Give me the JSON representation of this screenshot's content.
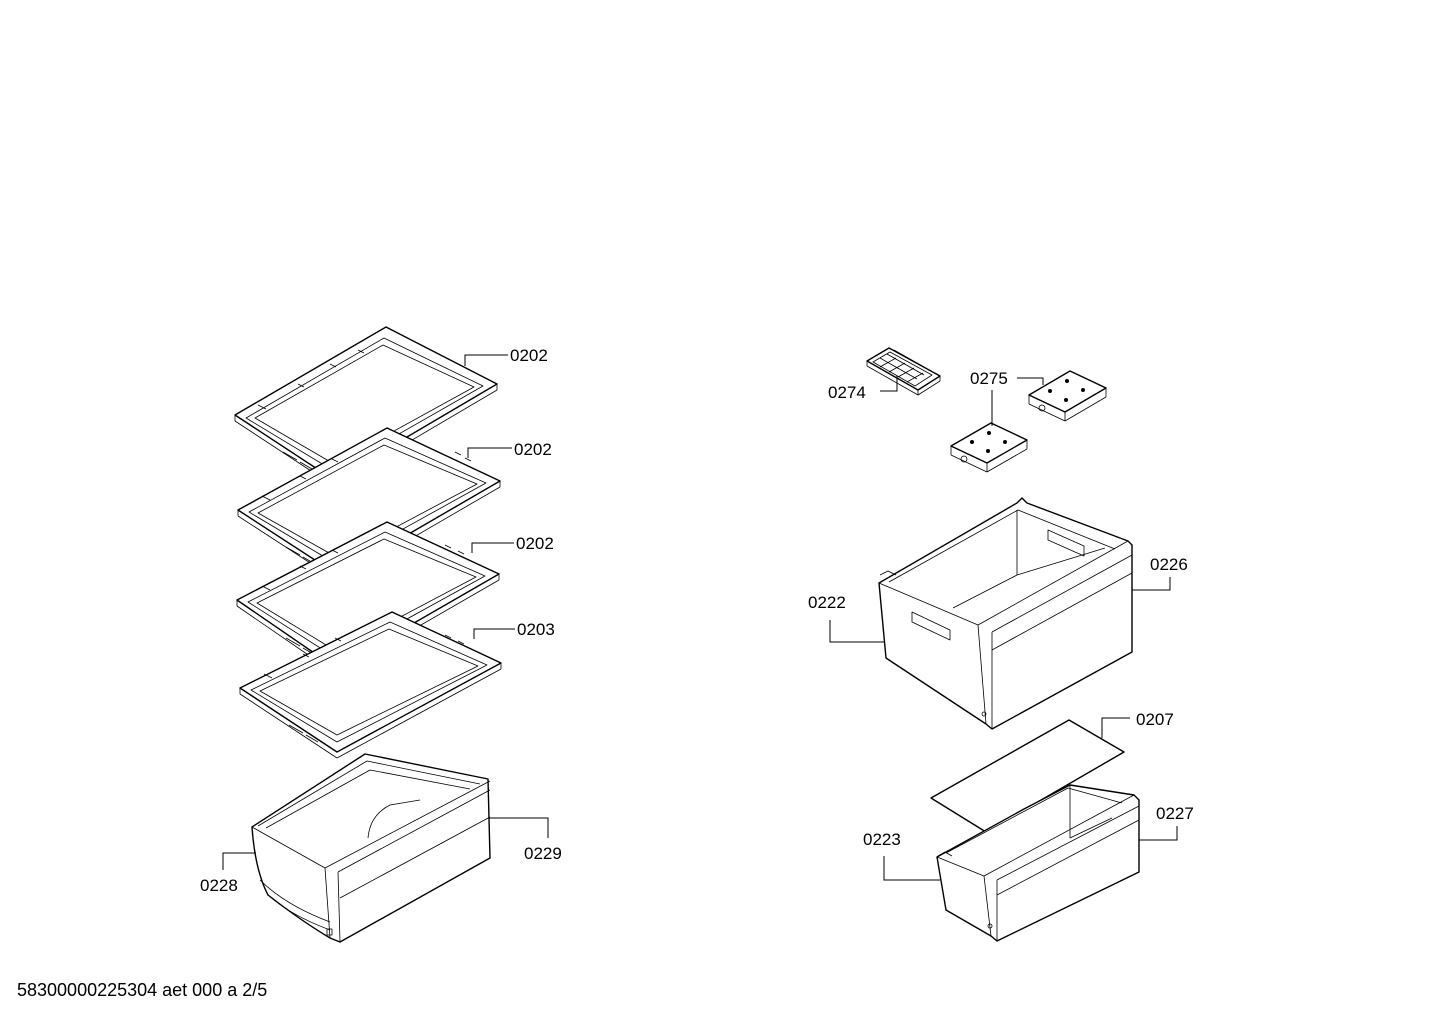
{
  "parts": {
    "shelf_1": "0202",
    "shelf_2": "0202",
    "shelf_3": "0202",
    "shelf_4": "0203",
    "left_drawer_body": "0228",
    "left_drawer_front": "0229",
    "ice_tray": "0274",
    "ice_packs": "0275",
    "upper_drawer_body": "0222",
    "upper_drawer_front": "0226",
    "drawer_cover": "0207",
    "lower_drawer_body": "0223",
    "lower_drawer_front": "0227"
  },
  "footer": "58300000225304 aet 000 a 2/5"
}
